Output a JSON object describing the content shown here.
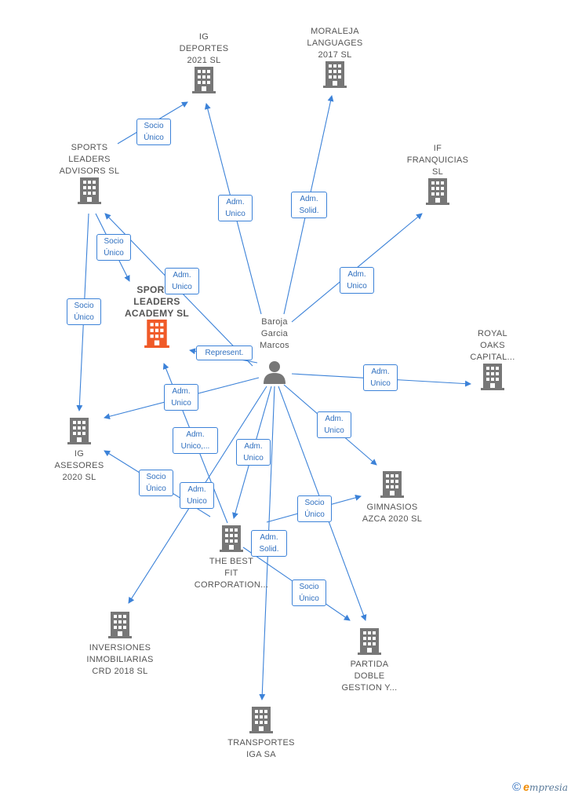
{
  "colors": {
    "edge": "#3c82d8",
    "company": "#777777",
    "focus": "#f05a28",
    "person": "#777777"
  },
  "person": {
    "label": "Baroja\nGarcia\nMarcos",
    "icon": "person-icon"
  },
  "nodes": {
    "ig_deportes": "IG\nDEPORTES\n2021  SL",
    "moraleja": "MORALEJA\nLANGUAGES\n2017  SL",
    "sports_advisors": "SPORTS\nLEADERS\nADVISORS  SL",
    "if_franquicias": "IF\nFRANQUICIAS\nSL",
    "sports_academy": "SPORTS\nLEADERS\nACADEMY  SL",
    "royal_oaks": "ROYAL\nOAKS\nCAPITAL...",
    "ig_asesores": "IG\nASESORES\n2020  SL",
    "gimnasios": "GIMNASIOS\nAZCA 2020  SL",
    "best_fit": "THE BEST\nFIT\nCORPORATION...",
    "inversiones": "INVERSIONES\nINMOBILIARIAS\nCRD 2018  SL",
    "partida": "PARTIDA\nDOBLE\nGESTION Y...",
    "transportes": "TRANSPORTES\nIGA SA"
  },
  "edge_labels": {
    "socio_unico_1": "Socio\nÚnico",
    "adm_unico_1": "Adm.\nUnico",
    "adm_solid_1": "Adm.\nSolid.",
    "adm_unico_2": "Adm.\nUnico",
    "socio_unico_2": "Socio\nÚnico",
    "adm_unico_3": "Adm.\nUnico",
    "socio_unico_3": "Socio\nÚnico",
    "represent": "Represent.",
    "adm_unico_4": "Adm.\nUnico",
    "adm_unico_5": "Adm.\nUnico",
    "adm_unico_6": "Adm.\nUnico,...",
    "adm_unico_7": "Adm.\nUnico",
    "adm_unico_8": "Adm.\nUnico",
    "socio_unico_4": "Socio\nÚnico",
    "adm_unico_9": "Adm.\nUnico",
    "socio_unico_5": "Socio\nÚnico",
    "adm_solid_2": "Adm.\nSolid.",
    "socio_unico_6": "Socio\nÚnico"
  },
  "footer": {
    "copyright": "©",
    "brand_e": "e",
    "brand_rest": "mpresia"
  }
}
